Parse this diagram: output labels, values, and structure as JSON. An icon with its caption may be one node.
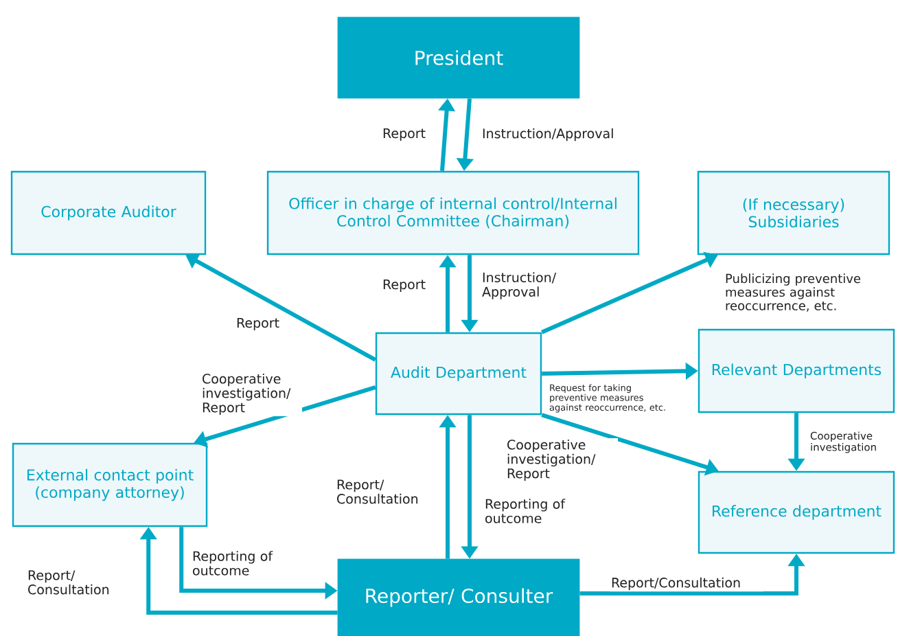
{
  "diagram": {
    "nodes": [
      {
        "text": [
          "President"
        ]
      },
      {
        "text": [
          "Officer in charge of internal control/Internal Control Committee (Chairman)"
        ]
      },
      {
        "text": [
          "Corporate Auditor"
        ]
      },
      {
        "text": [
          "(If necessary) Subsidiaries"
        ]
      },
      {
        "text": [
          "Audit Department"
        ]
      },
      {
        "text": [
          "Relevant Departments"
        ]
      },
      {
        "text": [
          "External contact point (company attorney)"
        ]
      },
      {
        "text": [
          "Reference department"
        ]
      },
      {
        "text": [
          "Reporter/ Consulter"
        ]
      }
    ],
    "edges": [
      {
        "from": 1,
        "to": 0,
        "arrow": "to",
        "label": "Report"
      },
      {
        "from": 0,
        "to": 1,
        "arrow": "to",
        "label": "Instruction/Approval"
      },
      {
        "from": 4,
        "to": 1,
        "arrow": "to",
        "label": "Report"
      },
      {
        "from": 1,
        "to": 4,
        "arrow": "to",
        "label": "Instruction/ Approval"
      },
      {
        "from": 4,
        "to": 2,
        "arrow": "to",
        "label": "Report"
      },
      {
        "from": 4,
        "to": 3,
        "arrow": "to",
        "label": "Publicizing preventive measures against reoccurrence, etc."
      },
      {
        "from": 4,
        "to": 5,
        "arrow": "to",
        "label": "Request for taking preventive measures against reoccurrence, etc."
      },
      {
        "from": 4,
        "to": 6,
        "arrow": "to",
        "label": "Cooperative investigation/ Report"
      },
      {
        "from": 4,
        "to": 7,
        "arrow": "to",
        "label": "Cooperative investigation/ Report"
      },
      {
        "from": 5,
        "to": 7,
        "arrow": "to",
        "label": "Cooperative investigation"
      },
      {
        "from": 8,
        "to": 4,
        "arrow": "to",
        "label": "Report/ Consultation"
      },
      {
        "from": 4,
        "to": 8,
        "arrow": "to",
        "label": "Reporting of outcome"
      },
      {
        "from": 6,
        "to": 8,
        "arrow": "to",
        "label": "Reporting of outcome"
      },
      {
        "from": 8,
        "to": 6,
        "arrow": "to",
        "label": "Report/ Consultation"
      },
      {
        "from": 8,
        "to": 7,
        "arrow": "to",
        "label": "Report/Consultation"
      }
    ]
  }
}
